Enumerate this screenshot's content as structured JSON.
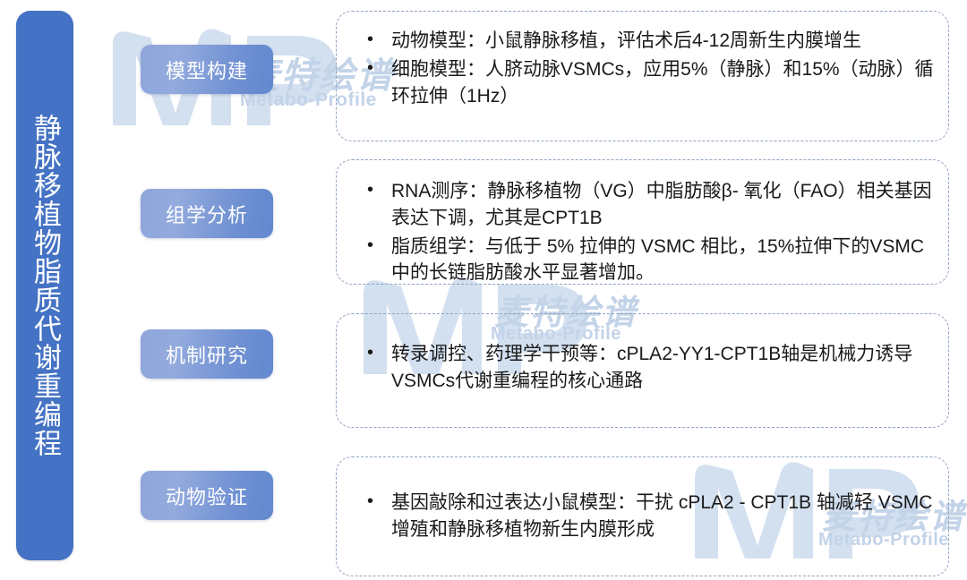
{
  "page": {
    "background_color": "#ffffff",
    "title_bar_color": "#4472c4",
    "pill_gradient_from": "#93aadd",
    "pill_gradient_to": "#6288ce",
    "box_border_color": "#8fa3bd",
    "watermark_color": "#c3d3e8"
  },
  "title": {
    "vertical_text": "静脉移植物脂质代谢重编程"
  },
  "watermark": {
    "brand_cn": "麦特绘谱",
    "brand_en": "Metabo-Profile",
    "logo_name": "mp-wave-logo"
  },
  "stages": [
    {
      "label": "模型构建",
      "bullets": [
        "动物模型：小鼠静脉移植，评估术后4-12周新生内膜增生",
        "细胞模型：人脐动脉VSMCs，应用5%（静脉）和15%（动脉）循环拉伸（1Hz）"
      ]
    },
    {
      "label": "组学分析",
      "bullets": [
        "RNA测序：静脉移植物（VG）中脂肪酸β- 氧化（FAO）相关基因表达下调，尤其是CPT1B",
        "脂质组学：与低于 5% 拉伸的 VSMC 相比，15%拉伸下的VSMC中的长链脂肪酸水平显著增加。"
      ]
    },
    {
      "label": "机制研究",
      "bullets": [
        "转录调控、药理学干预等：cPLA2-YY1-CPT1B轴是机械力诱导VSMCs代谢重编程的核心通路"
      ]
    },
    {
      "label": "动物验证",
      "bullets": [
        "基因敲除和过表达小鼠模型：干扰 cPLA2 - CPT1B 轴减轻 VSMC 增殖和静脉移植物新生内膜形成"
      ]
    }
  ]
}
